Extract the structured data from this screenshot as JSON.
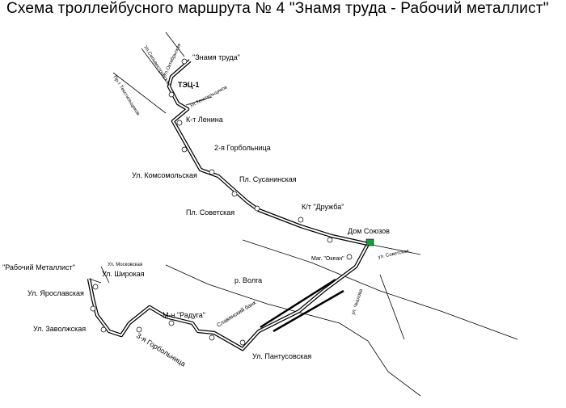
{
  "title": "Схема  троллейбусного  маршрута  № 4  \"Знамя труда - Рабочий металлист\"",
  "streets": {
    "oktyabrskaya": "Ул.Октябрьская",
    "sylvestrovskaya": "Ул.Сильвестровская",
    "tekstilshchikov": "Ул.Текстильщиков",
    "tekstilshchikov_pr": "Пр-т Текстильщиков",
    "sovetskaya": "ул. Советская",
    "chkalova": "ул. Чкалова",
    "moskovskaya": "Ул. Московская",
    "slav_bank": "Славянский банк"
  },
  "river": "р. Волга",
  "stops": {
    "znamya": "\"Знамя труда\"",
    "tec": "ТЭЦ-1",
    "lenina": "К-т Ленина",
    "gorbol2": "2-я Горбольница",
    "komsomolskaya": "Ул. Комсомольская",
    "susaninskaya": "Пл. Сусанинская",
    "sovetskaya_sq": "Пл. Советская",
    "druzhba": "К/т \"Дружба\"",
    "dom_soyuzov": "Дом Союзов",
    "okean": "Маг. \"Океан\"",
    "pantusovskaya": "Ул. Пантусовская",
    "raduga": "М-н \"Радуга\"",
    "gorbol3": "3-я Горбольница",
    "zavolzhskaya": "Ул. Заволжская",
    "yaroslavskaya": "Ул. Ярославская",
    "shirokaya": "Ул. Широкая",
    "rab_metallist": "\"Рабочий Металлист\""
  },
  "colors": {
    "route": "#000000",
    "road": "#ffffff",
    "depot": "#1a9a3a"
  }
}
